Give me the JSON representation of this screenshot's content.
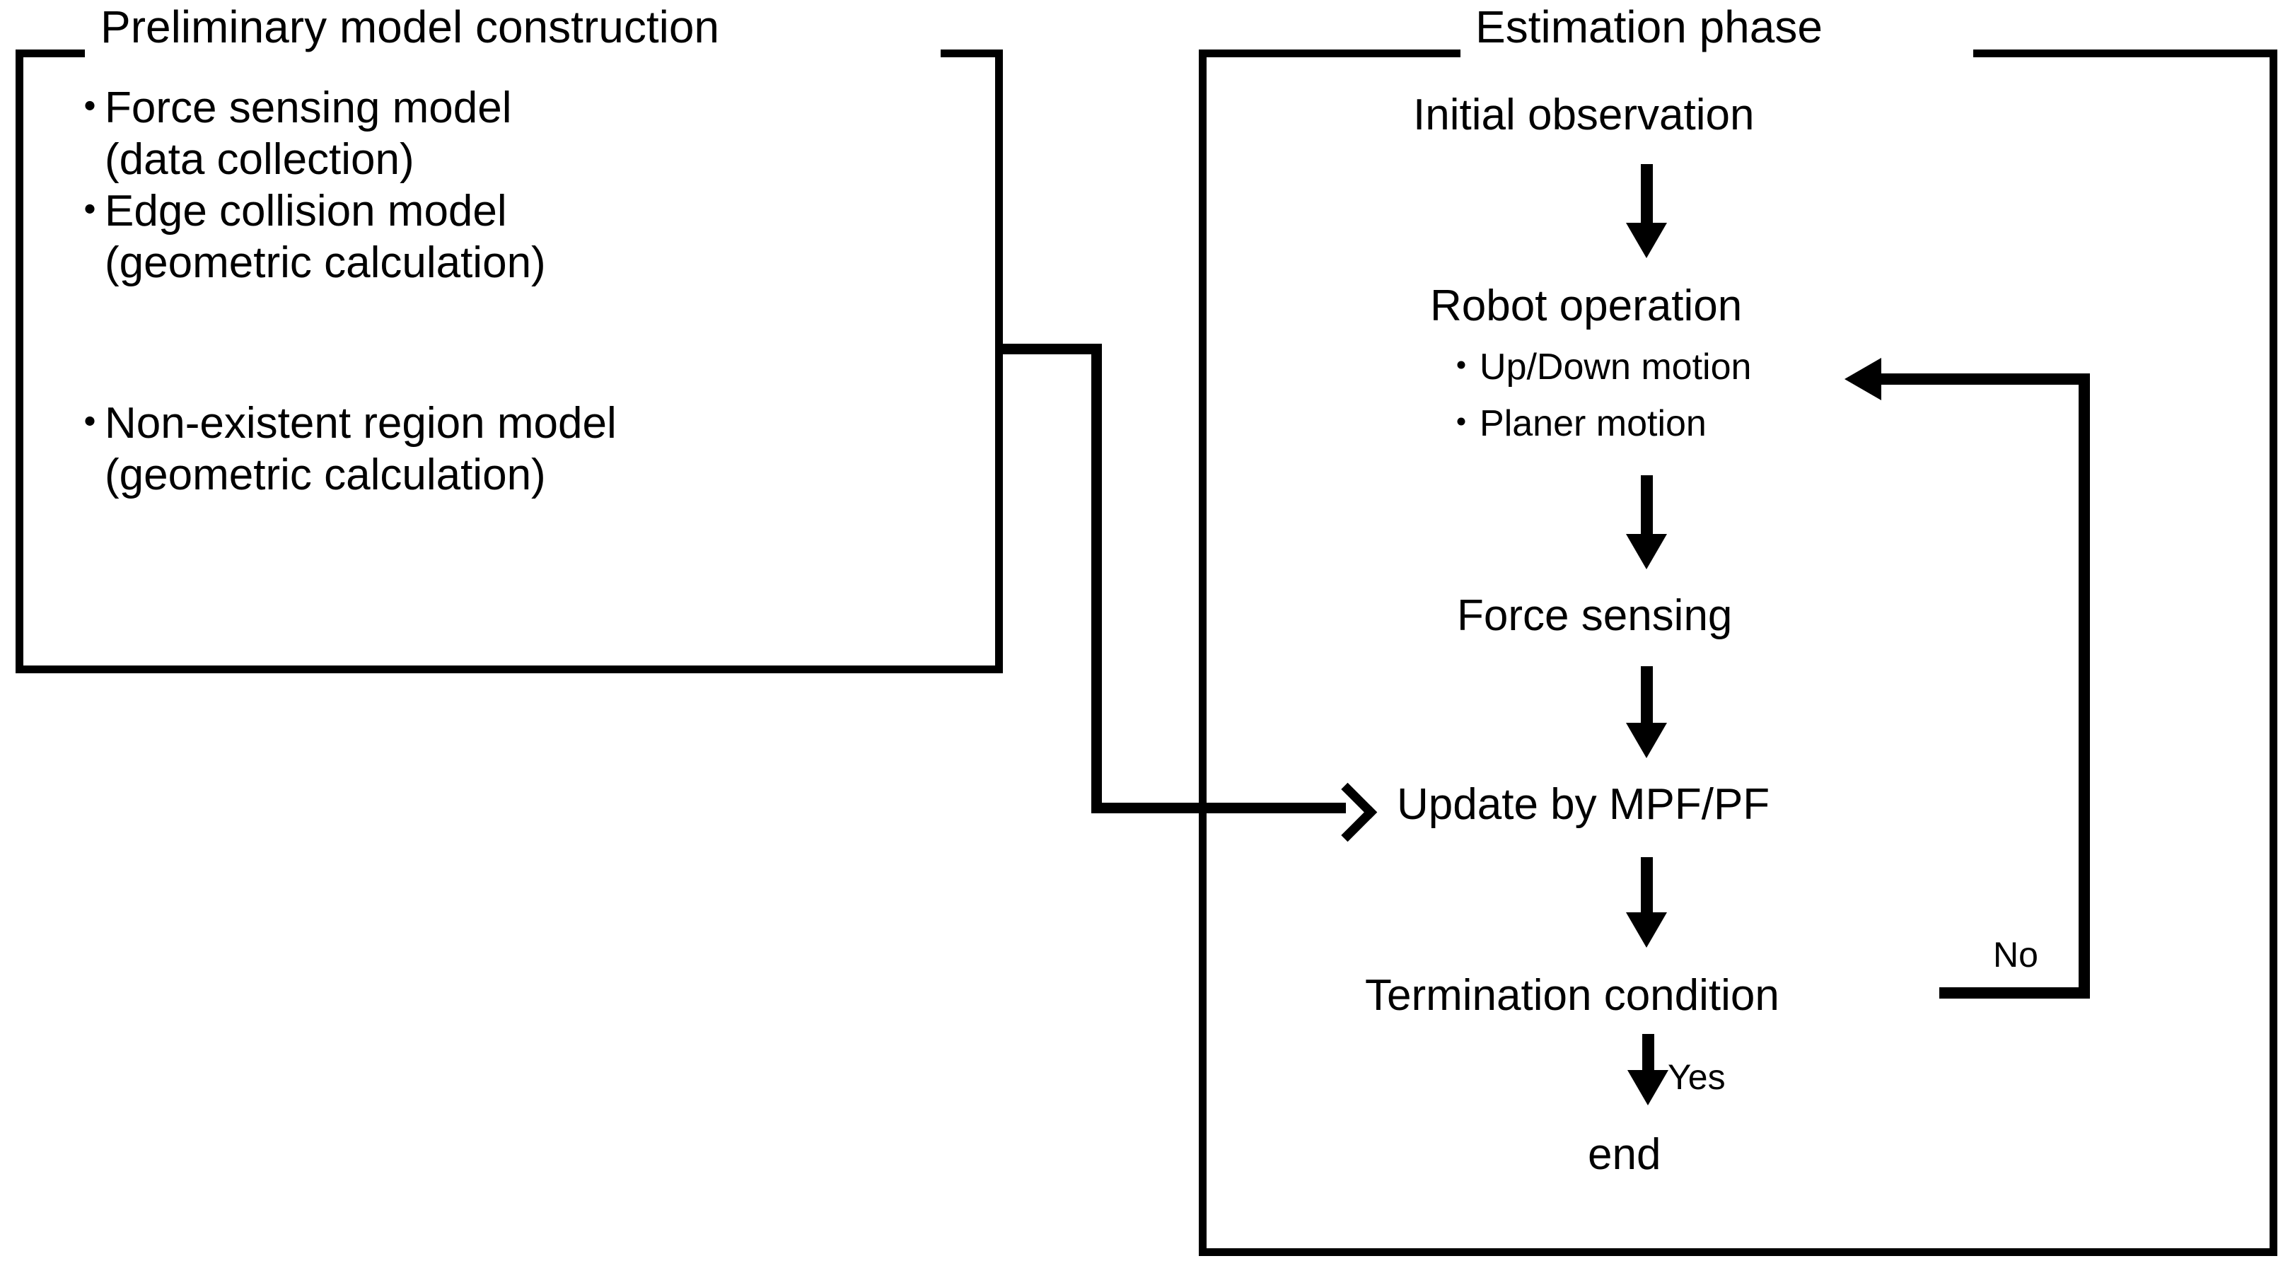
{
  "diagram": {
    "title": "Preliminary model construction and Estimation phase flowchart",
    "colors": {
      "line": "#000000",
      "background": "#ffffff"
    }
  },
  "left_panel": {
    "title": "Preliminary model construction",
    "items": [
      {
        "bullet": "・",
        "line1": "Force sensing model",
        "line2": "(data collection)"
      },
      {
        "bullet": "・",
        "line1": "Edge collision model",
        "line2": "(geometric calculation)"
      },
      {
        "bullet": "・",
        "line1": "Non-existent region model",
        "line2": "(geometric calculation)"
      }
    ]
  },
  "right_panel": {
    "title": "Estimation phase",
    "nodes": {
      "initial_observation": "Initial observation",
      "robot_operation": "Robot operation",
      "robot_sub_1_bullet": "・",
      "robot_sub_1": "Up/Down motion",
      "robot_sub_2_bullet": "・",
      "robot_sub_2": "Planer motion",
      "force_sensing": "Force sensing",
      "update": "Update by MPF/PF",
      "termination": "Termination condition",
      "end": "end"
    },
    "edge_labels": {
      "no": "No",
      "yes": "Yes"
    }
  },
  "chart_data": {
    "type": "table",
    "title": "Preliminary model construction and Estimation phase flowchart",
    "flow_sequence": [
      "Initial observation",
      "Robot operation",
      "Force sensing",
      "Update by MPF/PF",
      "Termination condition",
      "end"
    ],
    "branch_labels": [
      "No",
      "Yes"
    ],
    "cross_panel_link": "Preliminary model construction → Update by MPF/PF",
    "loop_back_link": "Termination condition (No) → Robot operation"
  }
}
